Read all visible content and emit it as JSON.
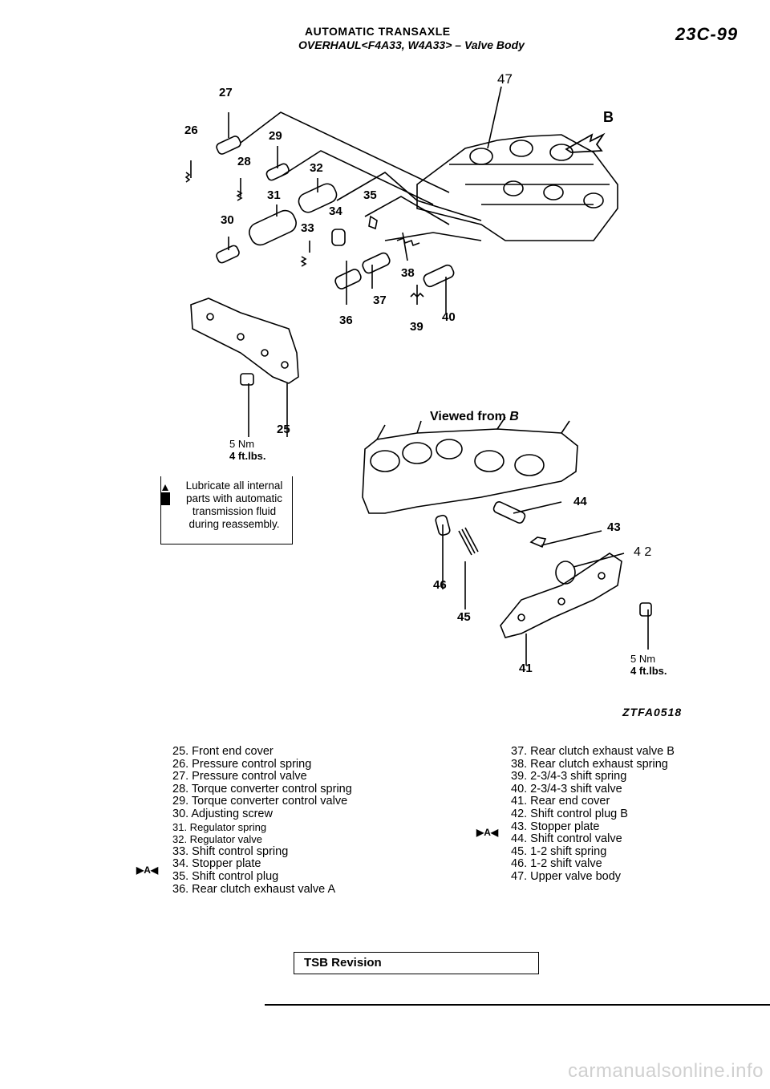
{
  "header": {
    "section": "AUTOMATIC TRANSAXLE",
    "subtitle": "OVERHAUL<F4A33, W4A33> – Valve Body",
    "page": "23C-99"
  },
  "diagram": {
    "callouts_upper": [
      "27",
      "26",
      "29",
      "28",
      "32",
      "31",
      "35",
      "30",
      "34",
      "33",
      "38",
      "37",
      "36",
      "39",
      "40",
      "25"
    ],
    "callout_47": "47",
    "callout_b": "B",
    "callouts_lower": [
      "44",
      "43",
      "46",
      "45",
      "41"
    ],
    "callout_42": "4 2",
    "viewed_from": "Viewed from",
    "viewed_letter": "B",
    "torque_left": {
      "value": "5 Nm",
      "alt": "4 ft.lbs."
    },
    "torque_right": {
      "value": "5 Nm",
      "alt": "4 ft.lbs."
    },
    "lubricate_note": [
      "Lubricate all internal",
      "parts with automatic",
      "transmission fluid",
      "during reassembly."
    ],
    "figure_code": "ZTFA0518"
  },
  "legend_left": [
    "25. Front end cover",
    "26. Pressure control spring",
    "27. Pressure control valve",
    "28. Torque converter control spring",
    "29. Torque converter control valve",
    "30. Adjusting screw",
    "31. Regulator spring",
    "32. Regulator valve",
    "33. Shift control spring",
    "34. Stopper plate",
    "35. Shift control plug",
    "36. Rear clutch exhaust valve A"
  ],
  "legend_right": [
    "37. Rear clutch exhaust valve B",
    "38. Rear clutch exhaust spring",
    "39. 2-3/4-3 shift spring",
    "40. 2-3/4-3 shift valve",
    "41. Rear end cover",
    "42. Shift control plug B",
    "43. Stopper plate",
    "44. Shift control valve",
    "45. 1-2 shift spring",
    "46. 1-2 shift valve",
    "47. Upper valve body"
  ],
  "markers": {
    "left_34": "▶A◀",
    "right_43": "▶A◀"
  },
  "tsb": "TSB Revision",
  "watermark": "carmanualsonline.info"
}
